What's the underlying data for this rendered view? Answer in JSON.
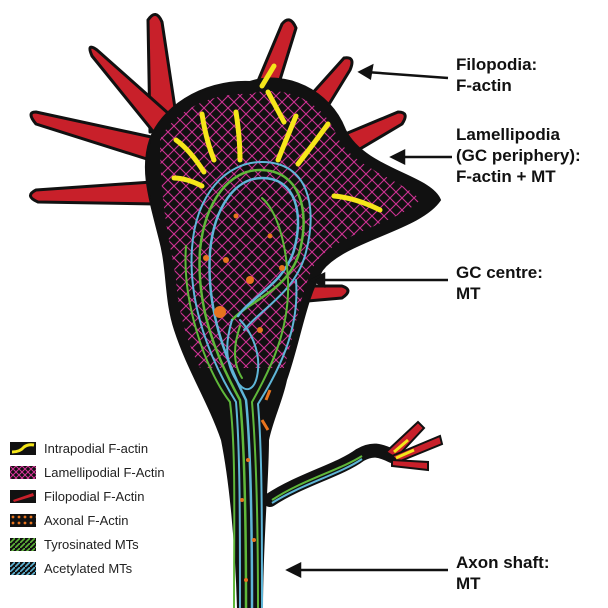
{
  "callouts": {
    "filopodia": {
      "line1": "Filopodia:",
      "line2": "F-actin"
    },
    "lamellipodia": {
      "line1": "Lamellipodia",
      "line2": "(GC periphery):",
      "line3": "F-actin + MT"
    },
    "gc_centre": {
      "line1": "GC centre:",
      "line2": "MT"
    },
    "axon_shaft": {
      "line1": "Axon shaft:",
      "line2": "MT"
    }
  },
  "legend": {
    "items": [
      {
        "label": "Intrapodial F-actin",
        "color": "#f5e61a"
      },
      {
        "label": "Lamellipodial F-Actin",
        "color": "#d8349a"
      },
      {
        "label": "Filopodial F-Actin",
        "color": "#c8202a"
      },
      {
        "label": "Axonal F-Actin",
        "color": "#e8741e"
      },
      {
        "label": "Tyrosinated MTs",
        "color": "#5fb83a"
      },
      {
        "label": "Acetylated MTs",
        "color": "#5fb6d8"
      }
    ]
  },
  "colors": {
    "body": "#111111",
    "filopodia": "#c8202a",
    "intrapodial": "#f5e61a",
    "lamellipodial": "#d8349a",
    "axonal": "#e8741e",
    "tyrosinated": "#5fb83a",
    "acetylated": "#5fb6d8"
  }
}
